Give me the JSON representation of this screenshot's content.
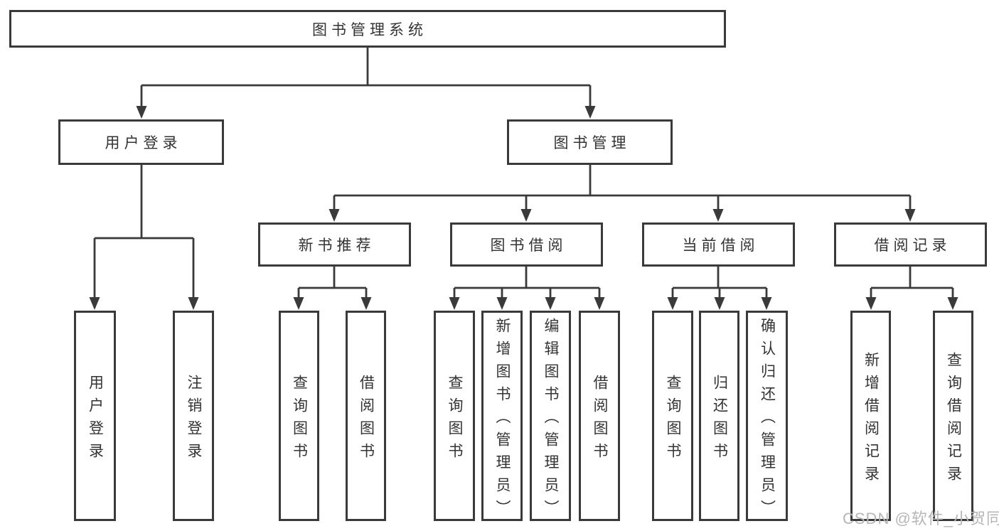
{
  "diagram": {
    "title": "图书管理系统",
    "level2": [
      {
        "label": "用户登录"
      },
      {
        "label": "图书管理"
      }
    ],
    "level3": [
      {
        "label": "新书推荐",
        "parent": "图书管理"
      },
      {
        "label": "图书借阅",
        "parent": "图书管理"
      },
      {
        "label": "当前借阅",
        "parent": "图书管理"
      },
      {
        "label": "借阅记录",
        "parent": "图书管理"
      }
    ],
    "leaf_groups": [
      {
        "parent": "用户登录",
        "items": [
          "用户登录",
          "注销登录"
        ]
      },
      {
        "parent": "新书推荐",
        "items": [
          "查询图书",
          "借阅图书"
        ]
      },
      {
        "parent": "图书借阅",
        "items": [
          "查询图书",
          "新增图书（管理员）",
          "编辑图书（管理员）",
          "借阅图书"
        ]
      },
      {
        "parent": "当前借阅",
        "items": [
          "查询图书",
          "归还图书",
          "确认归还（管理员）"
        ]
      },
      {
        "parent": "借阅记录",
        "items": [
          "新增借阅记录",
          "查询借阅记录"
        ]
      }
    ],
    "watermark": "CSDN @软件_小贺同学",
    "colors": {
      "line": "#3a3a3a",
      "text": "#333333",
      "watermark": "#b6b6b6",
      "background": "#ffffff"
    }
  }
}
